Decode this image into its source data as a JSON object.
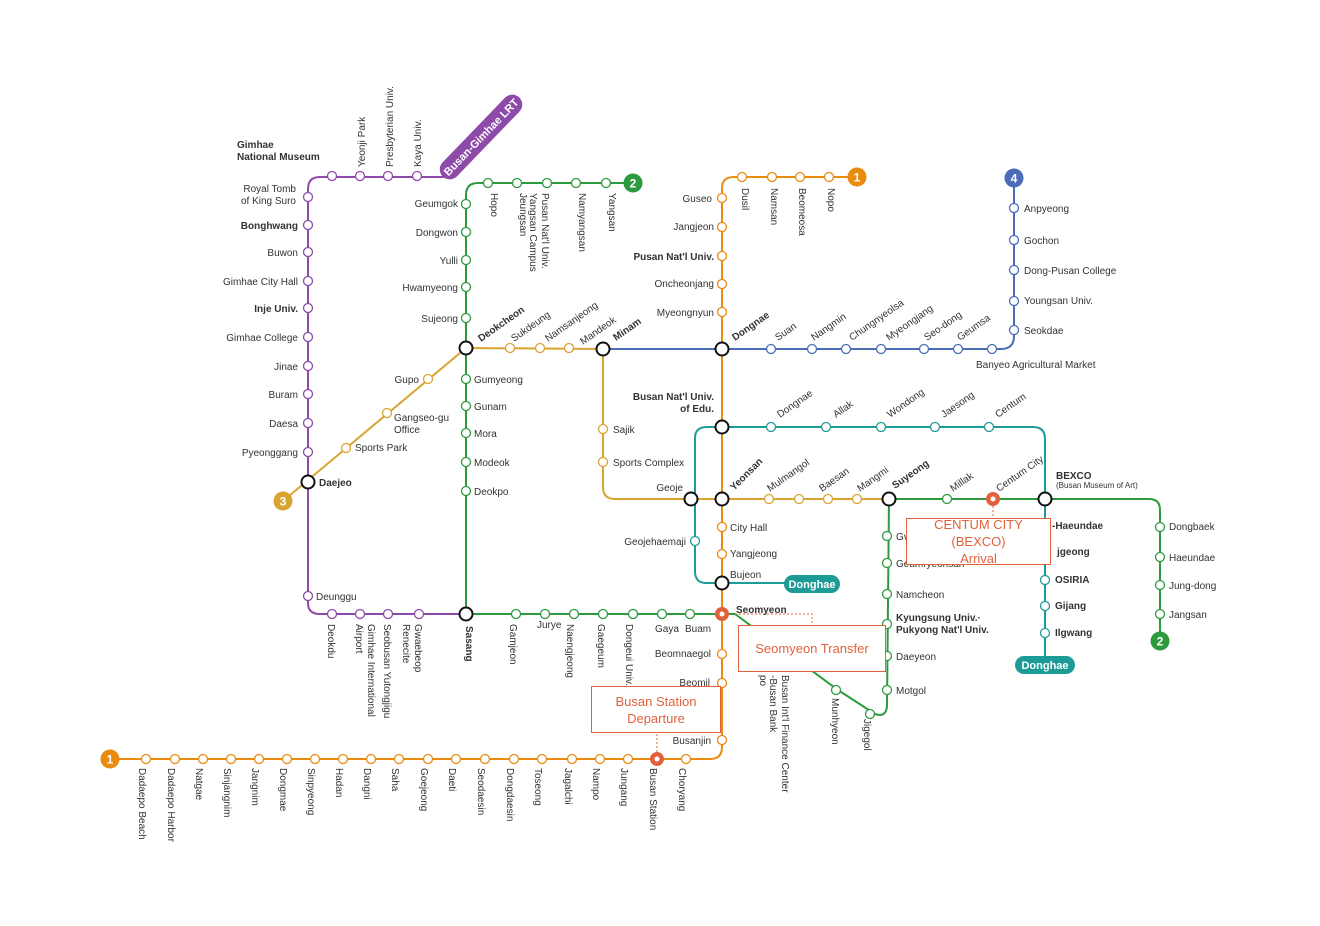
{
  "colors": {
    "line1": "#e98b0f",
    "line2": "#2e9a3e",
    "line3": "#d9a431",
    "line4": "#4b6cb7",
    "bgl": "#8e4aa8",
    "donghae": "#1d9c97",
    "highlight": "#e0623d"
  },
  "badges": {
    "line1_top": "1",
    "line1_bottom": "1",
    "line2_top": "2",
    "line2_right": "2",
    "line3": "3",
    "line4": "4",
    "bgl": "Busan-Gimhae LRT",
    "donghae_bujeon": "Donghae",
    "donghae_bottom": "Donghae"
  },
  "callouts": {
    "departure": "Busan Station\nDeparture",
    "transfer": "Seomyeon Transfer",
    "arrival": "CENTUM CITY (BEXCO)\nArrival"
  },
  "stations": {
    "Gimhae National Museum": "Gimhae\nNational Museum",
    "Yeonji Park": "Yeonji Park",
    "Presbyterian Univ.": "Presbyterian Univ.",
    "Kaya Univ.": "Kaya Univ.",
    "Royal Tomb of King Suro": "Royal Tomb\nof King Suro",
    "Bonghwang": "Bonghwang",
    "Buwon": "Buwon",
    "Gimhae City Hall": "Gimhae City Hall",
    "Inje Univ.": "Inje Univ.",
    "Gimhae College": "Gimhae College",
    "Jinae": "Jinae",
    "Buram": "Buram",
    "Daesa": "Daesa",
    "Pyeonggang": "Pyeonggang",
    "Daejeo": "Daejeo",
    "Deunggu": "Deunggu",
    "Deokdu": "Deokdu",
    "Airport": "Airport",
    "Gimhae International": "Gimhae International",
    "Seobusan Yutongjigu": "Seobusan Yutongjigu",
    "Gwaebeop Renecite": "Gwaebeop\nRenecite",
    "Sasang": "Sasang",
    "Hopo": "Hopo",
    "Jeungsan": "Jeungsan",
    "Pusan Nat'l Univ. Yangsan Campus": "Pusan Nat'l Univ.\nYangsan Campus",
    "Namyangsan": "Namyangsan",
    "Yangsan": "Yangsan",
    "Geumgok": "Geumgok",
    "Dongwon": "Dongwon",
    "Yulli": "Yulli",
    "Hwamyeong": "Hwamyeong",
    "Sujeong": "Sujeong",
    "Deokcheon": "Deokcheon",
    "Gumyeong": "Gumyeong",
    "Gunam": "Gunam",
    "Mora": "Mora",
    "Modeok": "Modeok",
    "Deokpo": "Deokpo",
    "Gupo": "Gupo",
    "Gangseo-gu Office": "Gangseo-gu\nOffice",
    "Sports Park": "Sports Park",
    "Sukdeung": "Sukdeung",
    "Namsanjeong": "Namsanjeong",
    "Mandeok": "Mandeok",
    "Minam": "Minam",
    "Sajik": "Sajik",
    "Sports Complex": "Sports Complex",
    "Geoje": "Geoje",
    "Geojehaemaji": "Geojehaemaji",
    "Guseo": "Guseo",
    "Jangjeon": "Jangjeon",
    "Pusan Nat'l Univ.": "Pusan Nat'l Univ.",
    "Oncheonjang": "Oncheonjang",
    "Myeongnyun": "Myeongnyun",
    "Dongnae": "Dongnae",
    "Dusil": "Dusil",
    "Namsan": "Namsan",
    "Beomeosa": "Beomeosa",
    "Nopo": "Nopo",
    "Busan Nat'l Univ. of Edu.": "Busan Nat'l Univ.\nof Edu.",
    "Yeonsan": "Yeonsan",
    "City Hall": "City Hall",
    "Yangjeong": "Yangjeong",
    "Bujeon": "Bujeon",
    "Seomyeon": "Seomyeon",
    "Beomnaegol": "Beomnaegol",
    "Beomil": "Beomil",
    "Busanjin": "Busanjin",
    "Suan": "Suan",
    "Nangmin": "Nangmin",
    "Chungnyeolsa": "Chungnyeolsa",
    "Myeongjang": "Myeongjang",
    "Seo-dong": "Seo-dong",
    "Geumsa": "Geumsa",
    "Banyeo Agricultural Market": "Banyeo Agricultural Market",
    "Anpyeong": "Anpyeong",
    "Gochon": "Gochon",
    "Dong-Pusan College": "Dong-Pusan College",
    "Youngsan Univ.": "Youngsan Univ.",
    "Seokdae": "Seokdae",
    "Dongnae (Donghae)": "Dongnae",
    "Allak": "Allak",
    "Wondong": "Wondong",
    "Jaesong": "Jaesong",
    "Centum": "Centum",
    "Mulmangol": "Mulmangol",
    "Baesan": "Baesan",
    "Mangmi": "Mangmi",
    "Suyeong": "Suyeong",
    "Millak": "Millak",
    "Centum City": "Centum City",
    "BEXCO": "BEXCO",
    "BEXCO sub": "(Busan Museum of Art)",
    "-Haeundae": "-Haeundae",
    "jgeong": "jgeong",
    "OSIRIA": "OSIRIA",
    "Gijang": "Gijang",
    "Ilgwang": "Ilgwang",
    "Dongbaek": "Dongbaek",
    "Haeundae": "Haeundae",
    "Jung-dong": "Jung-dong",
    "Jangsan": "Jangsan",
    "Gv": "Gv",
    "Geumryeonsan": "Geumryeonsan",
    "Namcheon": "Namcheon",
    "Kyungsung Univ. Pukyong Nat'l Univ.": "Kyungsung Univ.·\nPukyong Nat'l Univ.",
    "Daeyeon": "Daeyeon",
    "Motgol": "Motgol",
    "Jigegol": "Jigegol",
    "Munhyeon": "Munhyeon",
    "Busan Int'l Finance Center -Busan Bank": "Busan Int'l Finance Center\n-Busan Bank",
    "po": "po",
    "Gamjeon": "Gamjeon",
    "Jurye": "Jurye",
    "Naengjeong": "Naengjeong",
    "Gaegeum": "Gaegeum",
    "Dongeui Univ.": "Dongeui Univ.",
    "Gaya": "Gaya",
    "Buam": "Buam",
    "Dadaepo Beach": "Dadaepo Beach",
    "Dadaepo Harbor": "Dadaepo Harbor",
    "Natgae": "Natgae",
    "Sinjangnim": "Sinjangnim",
    "Jangnim": "Jangnim",
    "Dongmae": "Dongmae",
    "Sinpyeong": "Sinpyeong",
    "Hadan": "Hadan",
    "Dangni": "Dangni",
    "Saha": "Saha",
    "Goejeong": "Goejeong",
    "Daeti": "Daeti",
    "Seodaesin": "Seodaesin",
    "Dongdaesin": "Dongdaesin",
    "Toseong": "Toseong",
    "Jagalchi": "Jagalchi",
    "Nampo": "Nampo",
    "Jungang": "Jungang",
    "Busan Station": "Busan Station",
    "Choryang": "Choryang"
  }
}
